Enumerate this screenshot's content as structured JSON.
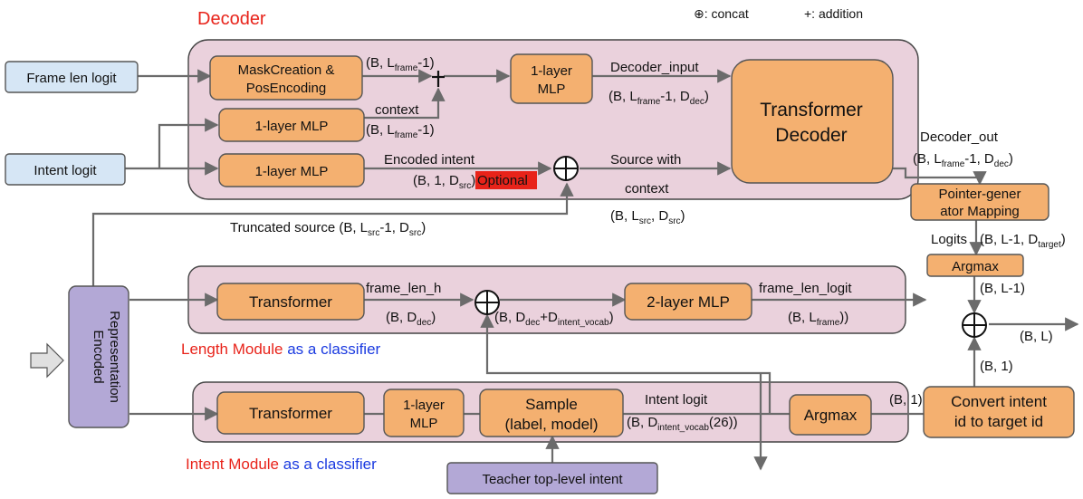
{
  "legend": {
    "concat": "⊕: concat",
    "addition": "+: addition"
  },
  "titles": {
    "decoder": "Decoder",
    "length_red": "Length Module",
    "length_blue": "as a classifier",
    "intent_red": "Intent Module",
    "intent_blue": "as a classifier"
  },
  "colors": {
    "red": "#e8231a",
    "blue": "#1a3ae0",
    "orange": "#f4b070",
    "panel": "#ead1dc",
    "light_blue": "#d6e6f5",
    "purple": "#b3a8d6",
    "optional_bg": "#e8231a"
  },
  "boxes": {
    "frame_len_logit": "Frame len logit",
    "intent_logit": "Intent logit",
    "mask_line1": "MaskCreation &",
    "mask_line2": "PosEncoding",
    "mlp_context": "1-layer MLP",
    "mlp_intent": "1-layer MLP",
    "mlp_top_line1": "1-layer",
    "mlp_top_line2": "MLP",
    "transformer_decoder_line1": "Transformer",
    "transformer_decoder_line2": "Decoder",
    "pointer_line1": "Pointer-gener",
    "pointer_line2": "ator Mapping",
    "argmax_top": "Argmax",
    "encoded_line1": "Encoded",
    "encoded_line2": "Representation",
    "length_transformer": "Transformer",
    "length_mlp": "2-layer MLP",
    "intent_transformer": "Transformer",
    "intent_mlp_line1": "1-layer",
    "intent_mlp_line2": "MLP",
    "sample_line1": "Sample",
    "sample_line2": "(label, model)",
    "argmax_bottom": "Argmax",
    "convert_line1": "Convert intent",
    "convert_line2": "id to target id",
    "teacher": "Teacher top-level intent"
  },
  "labels": {
    "context": "context",
    "decoder_input": "Decoder_input",
    "encoded_intent": "Encoded intent",
    "optional": "Optional",
    "source_with": "Source with",
    "context2": "context",
    "decoder_out": "Decoder_out",
    "logits": "Logits",
    "truncated": "Truncated source",
    "frame_len_h": "frame_len_h",
    "frame_len_logit": "frame_len_logit",
    "intent_logit": "Intent logit",
    "shape_after_mask": {
      "pre": "(B, L",
      "sub": "frame",
      "post": "-1)"
    },
    "shape_context": {
      "pre": "(B, L",
      "sub": "frame",
      "post": "-1)"
    },
    "shape_decoder_input": {
      "pre": "(B, L",
      "sub1": "frame",
      "mid": "-1, D",
      "sub2": "dec",
      "post": ")"
    },
    "shape_encoded_intent": {
      "pre": "(B, 1, D",
      "sub": "src",
      "post": ")"
    },
    "shape_source_context": {
      "pre": "(B, L",
      "sub1": "src",
      "mid": ", D",
      "sub2": "src",
      "post": ")"
    },
    "shape_decoder_out": {
      "pre": "(B, L",
      "sub1": "frame",
      "mid": "-1, D",
      "sub2": "dec",
      "post": ")"
    },
    "shape_logits": {
      "pre": "(B, L-1, D",
      "sub": "target",
      "post": ")"
    },
    "shape_truncated": {
      "pre": "(B, L",
      "sub1": "src",
      "mid": "-1, D",
      "sub2": "src",
      "post": ")"
    },
    "shape_argmax_top": "(B, L-1)",
    "shape_frame_len_h": {
      "pre": "(B, D",
      "sub": "dec",
      "post": ")"
    },
    "shape_concat_len": {
      "pre": "(B, D",
      "sub1": "dec",
      "mid": "+D",
      "sub2": "intent_vocab",
      "post": ")"
    },
    "shape_frame_len_logit": {
      "pre": "(B, L",
      "sub": "frame",
      "post": "))"
    },
    "shape_final": "(B, L)",
    "shape_convert_out": "(B, 1)",
    "shape_argmax_out": "(B, 1)",
    "shape_intent_logit": {
      "pre": "(B, D",
      "sub": "intent_vocab",
      "post": "(26))"
    }
  }
}
